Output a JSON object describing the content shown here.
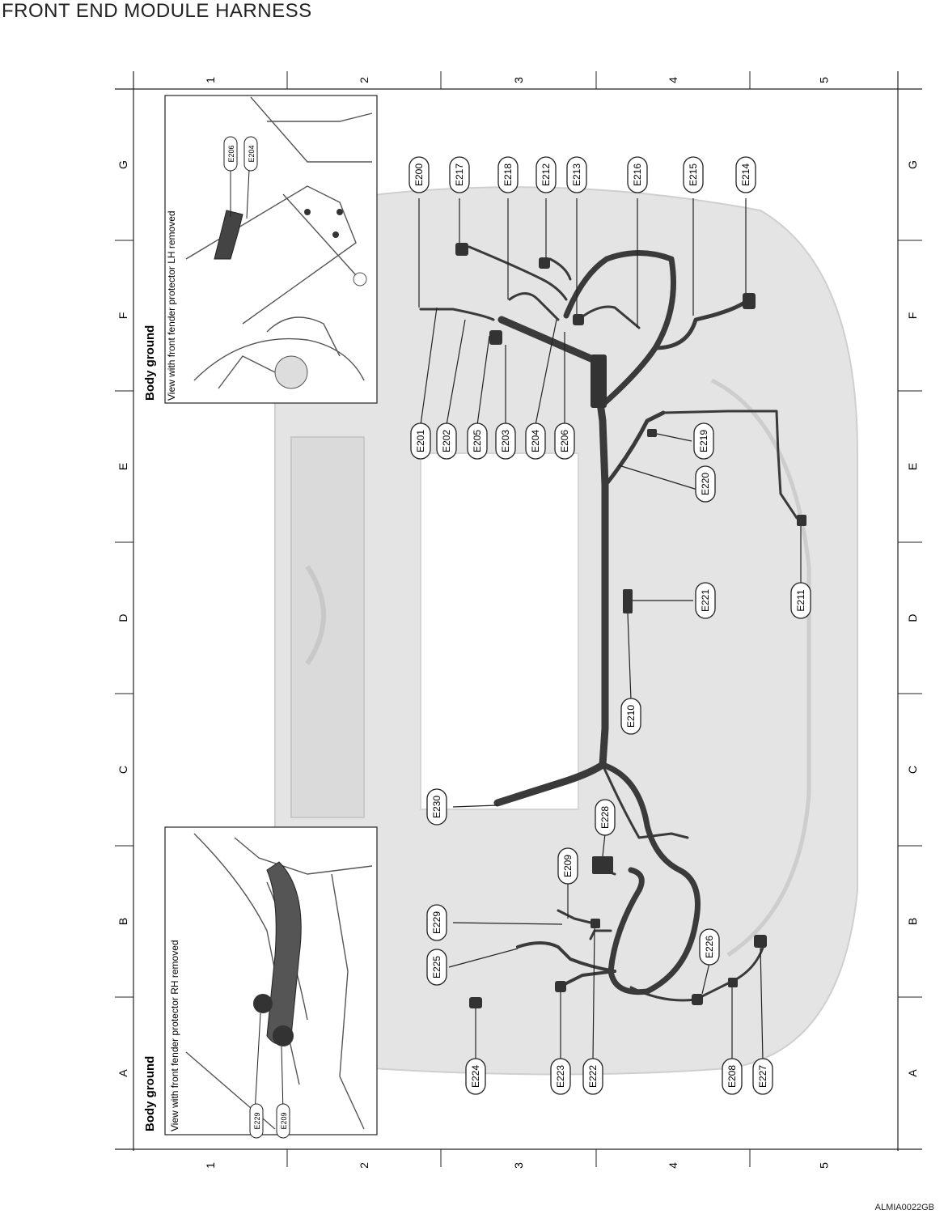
{
  "title": "FRONT END MODULE HARNESS",
  "footer_code": "ALMIA0022GB",
  "grid": {
    "rows": [
      "A",
      "B",
      "C",
      "D",
      "E",
      "F",
      "G"
    ],
    "cols": [
      "1",
      "2",
      "3",
      "4",
      "5"
    ]
  },
  "insets": {
    "rh": {
      "heading": "Body ground",
      "caption": "View with front fender protector RH removed",
      "callouts": [
        "E229",
        "E209"
      ]
    },
    "lh": {
      "heading": "Body ground",
      "caption": "View with front fender protector LH removed",
      "callouts": [
        "E206",
        "E204"
      ]
    }
  },
  "connectors": [
    "E200",
    "E201",
    "E202",
    "E203",
    "E204",
    "E205",
    "E206",
    "E208",
    "E209",
    "E210",
    "E211",
    "E212",
    "E213",
    "E214",
    "E215",
    "E216",
    "E217",
    "E218",
    "E219",
    "E220",
    "E221",
    "E222",
    "E223",
    "E224",
    "E225",
    "E226",
    "E227",
    "E228",
    "E229",
    "E230"
  ],
  "colors": {
    "line": "#222222",
    "harness": "#3a3a3a",
    "body": "#d9d9d9"
  }
}
